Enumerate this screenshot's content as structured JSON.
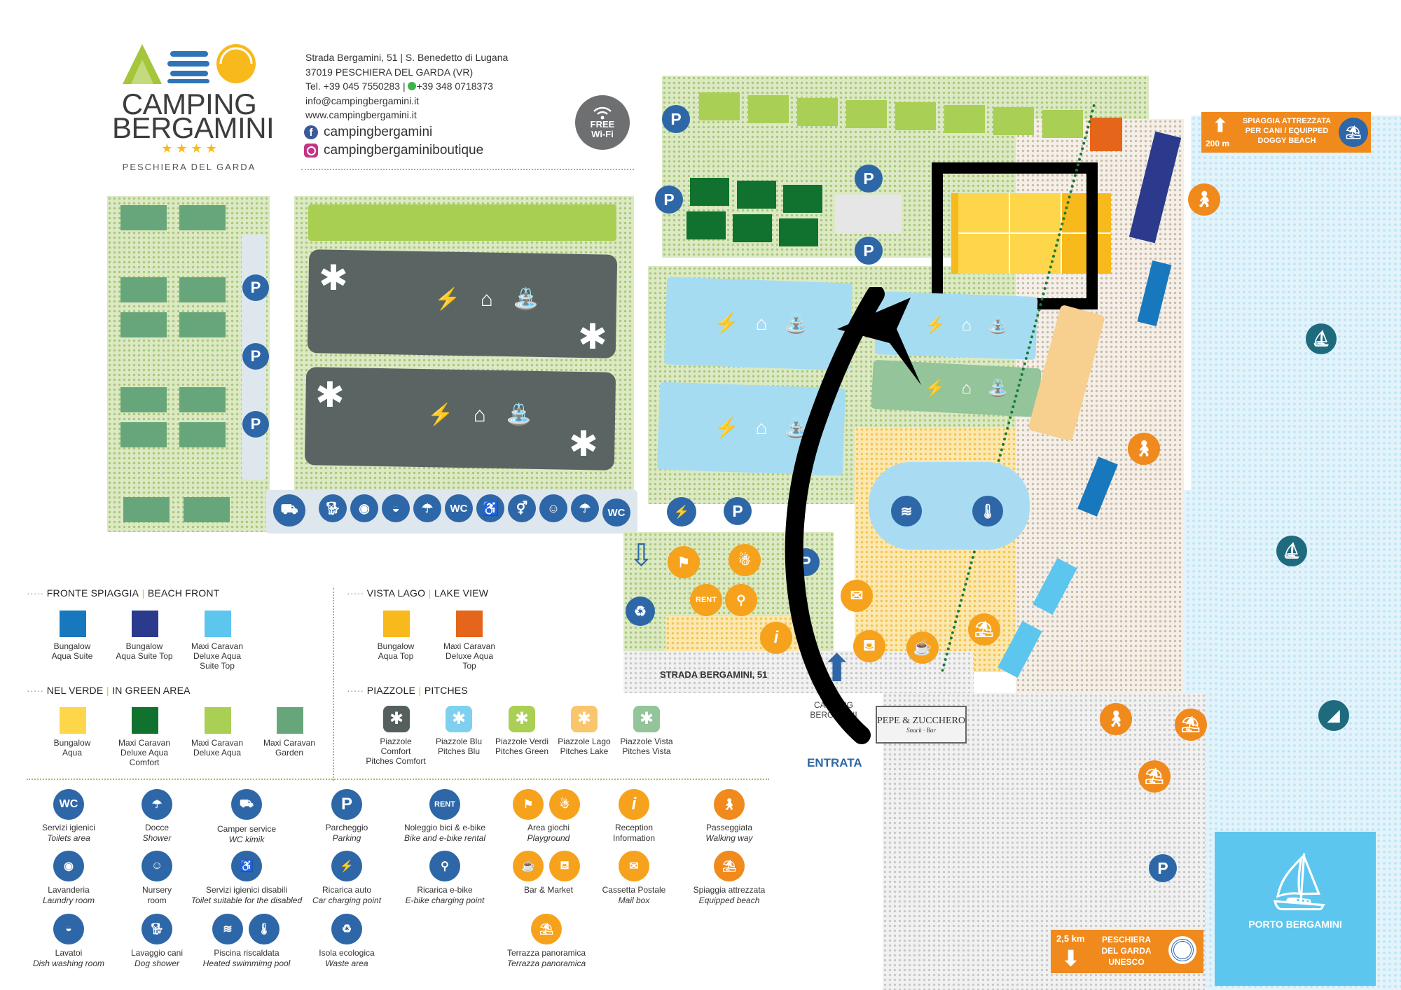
{
  "brand": {
    "name_line1": "CAMPING",
    "name_line2": "BERGAMINI",
    "stars": "★ ★ ★ ★",
    "location": "PESCHIERA DEL GARDA"
  },
  "contact": {
    "address_line1": "Strada Bergamini, 51 | S. Benedetto di Lugana",
    "address_line2": "37019 PESCHIERA DEL GARDA (VR)",
    "phone": "Tel. +39 045 7550283 |",
    "whatsapp": "+39 348 0718373",
    "email": "info@campingbergamini.it",
    "website": "www.campingbergamini.it",
    "facebook": "campingbergamini",
    "instagram": "campingbergaminiboutique"
  },
  "wifi": {
    "line1": "FREE",
    "line2": "Wi-Fi"
  },
  "signs": {
    "dog_beach_distance": "200 m",
    "dog_beach_line1": "SPIAGGIA ATTREZZATA",
    "dog_beach_line2": "PER CANI / EQUIPPED",
    "dog_beach_line3": "DOGGY BEACH",
    "peschiera_distance": "2,5 km",
    "peschiera_line1": "PESCHIERA",
    "peschiera_line2": "DEL GARDA",
    "peschiera_line3": "UNESCO",
    "porto": "PORTO BERGAMINI",
    "street": "STRADA BERGAMINI, 51",
    "entrance": "ENTRATA",
    "restaurant_line1": "PEPE & ZUCCHERO",
    "restaurant_line2": "Snack · Bar",
    "wc": "WC",
    "rent": "RENT",
    "parking": "P"
  },
  "legend": {
    "beach_front": {
      "title_it": "FRONTE SPIAGGIA",
      "title_en": "BEACH FRONT",
      "items": [
        {
          "label_1": "Bungalow",
          "label_2": "Aqua Suite",
          "label_3": "",
          "color": "#1878be"
        },
        {
          "label_1": "Bungalow",
          "label_2": "Aqua Suite Top",
          "label_3": "",
          "color": "#2b3a8c"
        },
        {
          "label_1": "Maxi Caravan",
          "label_2": "Deluxe Aqua",
          "label_3": "Suite Top",
          "color": "#5cc6ef"
        }
      ]
    },
    "lake_view": {
      "title_it": "VISTA LAGO",
      "title_en": "LAKE VIEW",
      "items": [
        {
          "label_1": "Bungalow",
          "label_2": "Aqua Top",
          "label_3": "",
          "color": "#f7b91c"
        },
        {
          "label_1": "Maxi Caravan",
          "label_2": "Deluxe Aqua",
          "label_3": "Top",
          "color": "#e5661a"
        }
      ]
    },
    "green_area": {
      "title_it": "NEL VERDE",
      "title_en": "IN GREEN AREA",
      "items": [
        {
          "label_1": "Bungalow",
          "label_2": "Aqua",
          "label_3": "",
          "color": "#fdd64a"
        },
        {
          "label_1": "Maxi Caravan",
          "label_2": "Deluxe Aqua",
          "label_3": "Comfort",
          "color": "#11712f"
        },
        {
          "label_1": "Maxi Caravan",
          "label_2": "Deluxe Aqua",
          "label_3": "",
          "color": "#a9cf54"
        },
        {
          "label_1": "Maxi Caravan",
          "label_2": "Garden",
          "label_3": "",
          "color": "#67a67b"
        }
      ]
    },
    "pitches": {
      "title_it": "PIAZZOLE",
      "title_en": "PITCHES",
      "items": [
        {
          "label_1": "Piazzole",
          "label_2": "Comfort",
          "label_3": "Pitches Comfort",
          "color": "#55605e"
        },
        {
          "label_1": "Piazzole Blu",
          "label_2": "Pitches Blu",
          "label_3": "",
          "color": "#7fd0ee"
        },
        {
          "label_1": "Piazzole Verdi",
          "label_2": "Pitches Green",
          "label_3": "",
          "color": "#a9cf54"
        },
        {
          "label_1": "Piazzole Lago",
          "label_2": "Pitches Lake",
          "label_3": "",
          "color": "#f9c66d"
        },
        {
          "label_1": "Piazzole Vista",
          "label_2": "Pitches Vista",
          "label_3": "",
          "color": "#93c49a"
        }
      ]
    }
  },
  "services": [
    {
      "it": "Servizi igienici",
      "en": "Toilets area"
    },
    {
      "it": "Docce",
      "en": "Shower"
    },
    {
      "it": "Camper service",
      "en": "WC kimik"
    },
    {
      "it": "Parcheggio",
      "en": "Parking"
    },
    {
      "it": "Noleggio bici & e-bike",
      "en": "Bike and e-bike rental"
    },
    {
      "it": "Area giochi",
      "en": "Playground"
    },
    {
      "it": "Reception",
      "en": "Information"
    },
    {
      "it": "Passeggiata",
      "en": "Walking way"
    },
    {
      "it": "Lavanderia",
      "en": "Laundry room"
    },
    {
      "it": "Nursery",
      "en": "room"
    },
    {
      "it": "Servizi igienici disabili",
      "en": "Toilet suitable for the disabled"
    },
    {
      "it": "Ricarica auto",
      "en": "Car charging point"
    },
    {
      "it": "Ricarica e-bike",
      "en": "E-bike charging point"
    },
    {
      "it": "Bar & Market",
      "en": ""
    },
    {
      "it": "Cassetta Postale",
      "en": "Mail box"
    },
    {
      "it": "Spiaggia attrezzata",
      "en": "Equipped beach"
    },
    {
      "it": "Lavatoi",
      "en": "Dish washing room"
    },
    {
      "it": "Lavaggio cani",
      "en": "Dog shower"
    },
    {
      "it": "Piscina riscaldata",
      "en": "Heated swimmimg pool"
    },
    {
      "it": "Isola ecologica",
      "en": "Waste area"
    },
    {
      "it": "Terrazza panoramica",
      "en": "Terrazza panoramica"
    }
  ]
}
